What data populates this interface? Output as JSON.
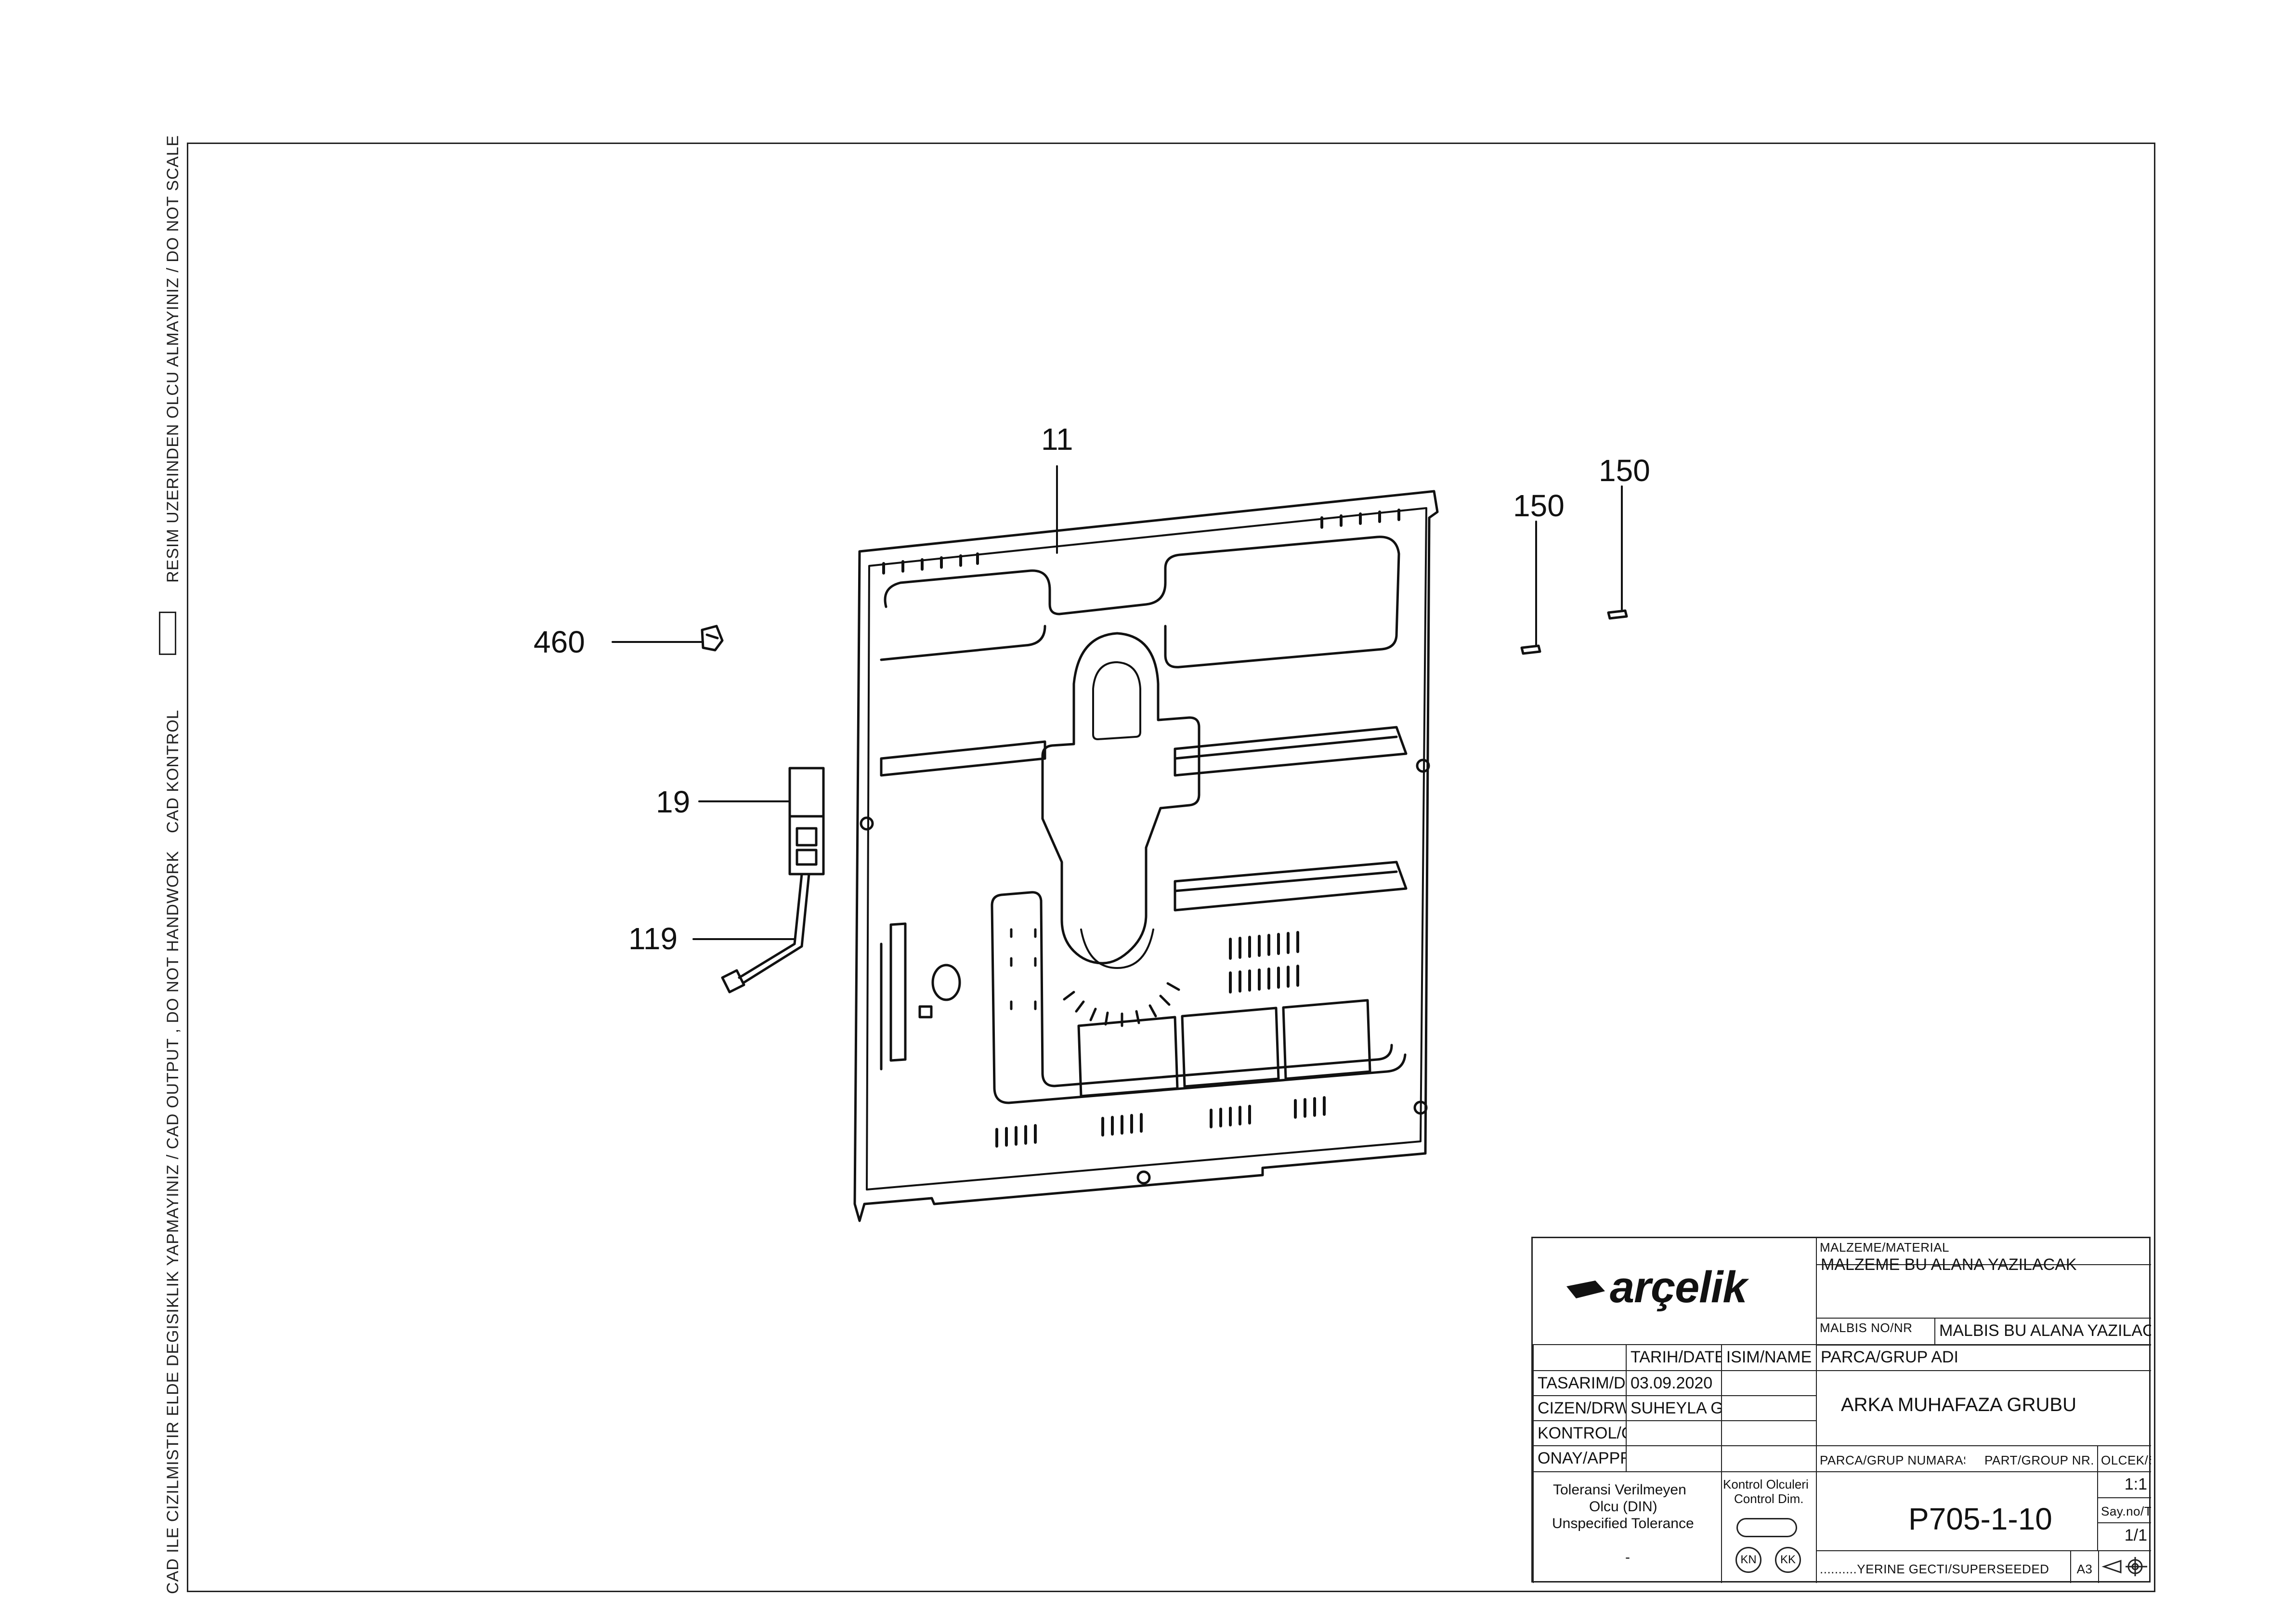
{
  "side_texts": {
    "disclaimer": "CAD ILE CIZILMISTIR ELDE DEGISIKLIK YAPMAYINIZ / CAD OUTPUT , DO NOT HANDWORK",
    "cad_kontrol": "CAD KONTROL",
    "scale_note": "RESIM UZERINDEN OLCU ALMAYINIZ / DO NOT SCALE"
  },
  "callouts": {
    "c11": "11",
    "c150a": "150",
    "c150b": "150",
    "c460": "460",
    "c19": "19",
    "c119": "119"
  },
  "title_block": {
    "logo": "arçelik",
    "malzeme_label": "MALZEME/MATERIAL",
    "malzeme_value": "MALZEME BU ALANA YAZILACAK",
    "malbis_label": "MALBIS NO/NR",
    "malbis_value": "MALBIS BU ALANA YAZILACAK",
    "parca_grup_adi_label": "PARCA/GRUP ADI",
    "parca_grup_adi_value": "ARKA MUHAFAZA GRUBU",
    "tarih_label": "TARIH/DATE",
    "isim_label": "ISIM/NAME",
    "tasarim_label": "TASARIM/DES.",
    "tasarim_date": "03.09.2020",
    "cizen_label": "CIZEN/DRW",
    "cizen_name": "SUHEYLA GUN",
    "kontrol_label": "KONTROL/CHECK",
    "onay_label": "ONAY/APPR.",
    "parca_grup_no_label": "PARCA/GRUP NUMARASI",
    "part_group_nr_label": "PART/GROUP NR.",
    "olcek_label": "OLCEK/SCALE",
    "olcek_value": "1:1",
    "part_number": "P705-1-10",
    "sayfa_label": "Say.no/Tomami",
    "sayfa_value": "1/1",
    "tolerance_line1": "Toleransi Verilmeyen",
    "tolerance_line2": "Olcu (DIN)",
    "tolerance_line3": "Unspecified Tolerance",
    "tolerance_dash": "-",
    "kontrol_olculeri": "Kontrol Olculeri",
    "control_dim": "Control Dim.",
    "kn": "KN",
    "kk": "KK",
    "superseded": "..........YERINE GECTI/SUPERSEEDED",
    "sheet_size": "A3"
  }
}
